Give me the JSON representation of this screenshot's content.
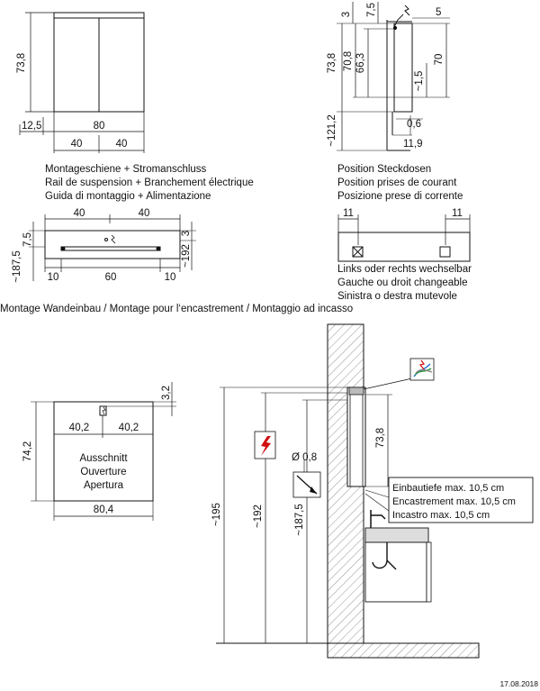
{
  "diagram": {
    "cabinet_front": {
      "height": "73,8",
      "depth": "12,5",
      "width": "80",
      "half_left": "40",
      "half_right": "40"
    },
    "cabinet_side": {
      "top_3": "3",
      "top_75": "7,5",
      "top_5": "5",
      "h_738": "73,8",
      "h_708": "70,8",
      "h_663": "66,3",
      "h_70": "70",
      "h_15": "~1,5",
      "h_1212": "~121,2",
      "d_06": "0,6",
      "d_119": "11,9"
    },
    "rail": {
      "caption_de": "Montageschiene + Stromanschluss",
      "caption_fr": "Rail de suspension + Branchement électrique",
      "caption_it": "Guida di montaggio + Alimentazione",
      "top_left": "40",
      "top_right": "40",
      "side_3": "3",
      "side_192": "~192",
      "left_75": "7,5",
      "left_1875": "~187,5",
      "bottom_left": "10",
      "bottom_mid": "60",
      "bottom_right": "10"
    },
    "sockets": {
      "caption_de": "Position Steckdosen",
      "caption_fr": "Position prises de courant",
      "caption_it": "Posizione prese di corrente",
      "left_11": "11",
      "right_11": "11",
      "note_de": "Links oder rechts wechselbar",
      "note_fr": "Gauche ou droit changeable",
      "note_it": "Sinistra o destra mutevole"
    },
    "section_title": "Montage Wandeinbau / Montage pour l‘encastrement / Montaggio ad incasso",
    "cutout": {
      "top_32": "3,2",
      "height": "74,2",
      "left_402": "40,2",
      "right_402": "40,2",
      "width": "80,4",
      "label_de": "Ausschnitt",
      "label_fr": "Ouverture",
      "label_it": "Apertura"
    },
    "wall": {
      "h_195": "~195",
      "h_192": "~192",
      "h_1875": "~187,5",
      "h_738": "73,8",
      "dia": "Ø 0,8",
      "depth_de": "Einbautiefe max. 10,5 cm",
      "depth_fr": "Encastrement max. 10,5 cm",
      "depth_it": "Incastro max. 10,5 cm"
    },
    "date": "17.08.2018"
  }
}
